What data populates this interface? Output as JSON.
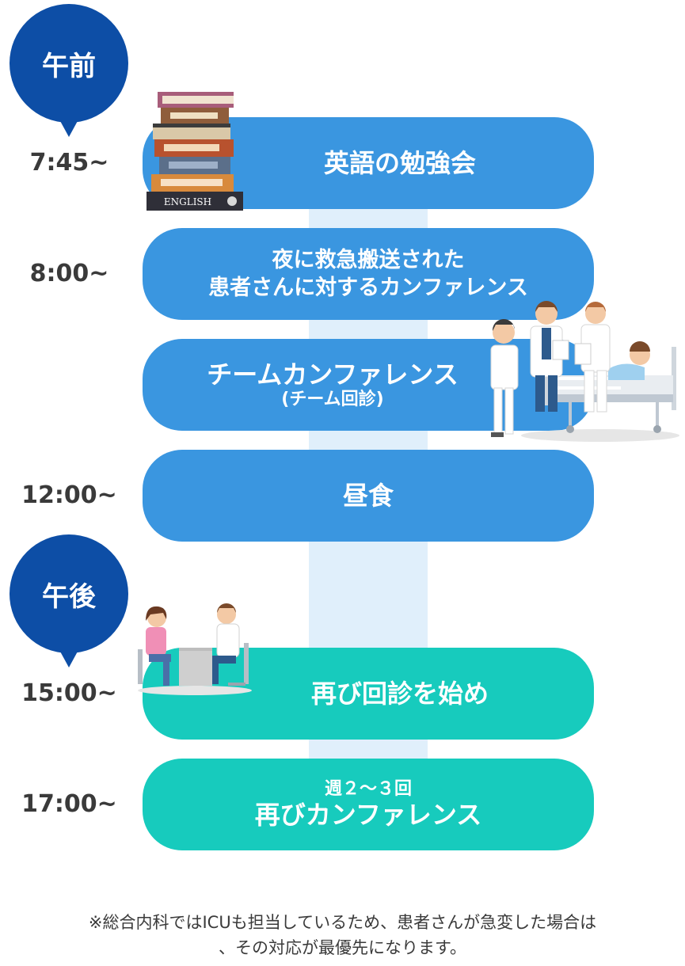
{
  "periods": {
    "am": "午前",
    "pm": "午後"
  },
  "schedule": [
    {
      "time": "7:45~",
      "lines": [
        "英語の勉強会"
      ]
    },
    {
      "time": "8:00~",
      "lines": [
        "夜に救急搬送された",
        "患者さんに対するカンファレンス"
      ]
    },
    {
      "time": "",
      "lines": [
        "チームカンファレンス",
        "(チーム回診)"
      ]
    },
    {
      "time": "12:00~",
      "lines": [
        "昼食"
      ]
    },
    {
      "time": "15:00~",
      "lines": [
        "再び回診を始め"
      ]
    },
    {
      "time": "17:00~",
      "lines": [
        "週２～３回",
        "再びカンファレンス"
      ]
    }
  ],
  "illustrations": {
    "books_label": "ENGLISH"
  },
  "footnote": {
    "line1": "※総合内科ではICUも担当しているため、患者さんが急変した場合は",
    "line2": "、その対応が最優先になります。"
  },
  "colors": {
    "am_badge": "#0d4ea6",
    "am_event": "#3a96e0",
    "pm_event": "#17cbbd",
    "timeline": "#e0effb"
  }
}
